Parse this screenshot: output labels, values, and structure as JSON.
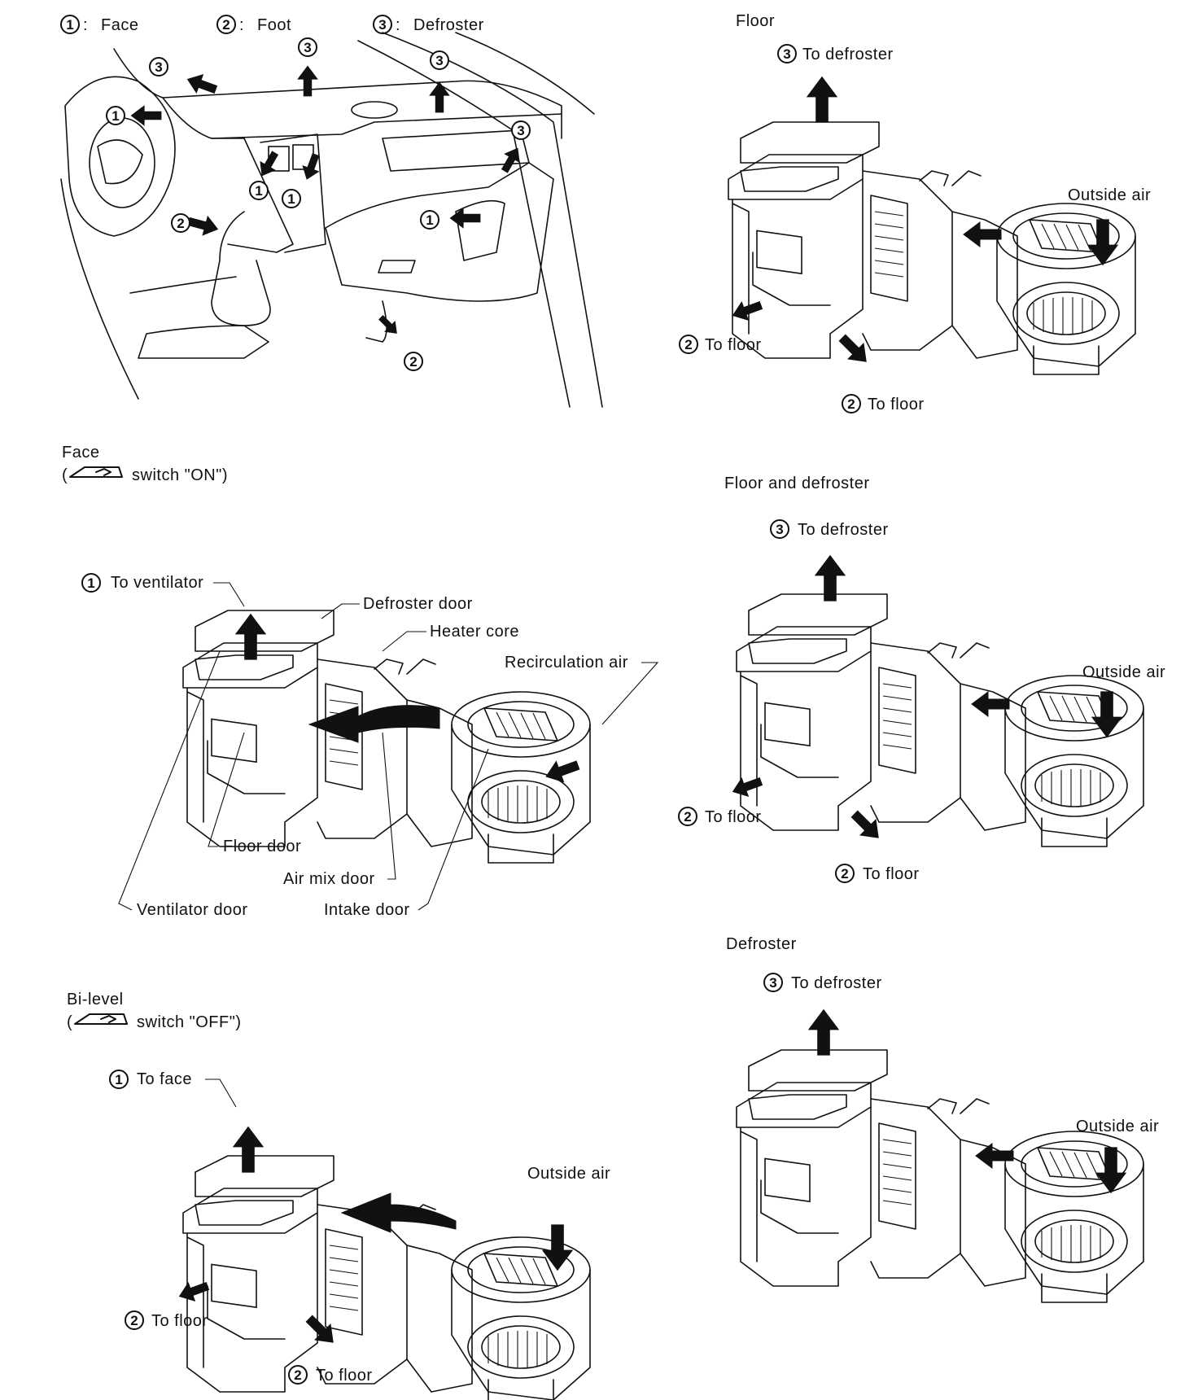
{
  "legend": {
    "face": "Face",
    "foot": "Foot",
    "defroster": "Defroster",
    "n1": "1",
    "n2": "2",
    "n3": "3"
  },
  "panels": {
    "floor": {
      "title": "Floor",
      "to_defroster": "To defroster",
      "outside_air": "Outside air",
      "to_floor_a": "To floor",
      "to_floor_b": "To floor"
    },
    "face": {
      "title": "Face",
      "switch": "switch \"ON\")",
      "to_ventilator": "To ventilator",
      "defroster_door": "Defroster door",
      "heater_core": "Heater core",
      "recirculation_air": "Recirculation air",
      "floor_door": "Floor door",
      "air_mix_door": "Air mix door",
      "ventilator_door": "Ventilator door",
      "intake_door": "Intake door"
    },
    "floor_defroster": {
      "title": "Floor and defroster",
      "to_defroster": "To defroster",
      "outside_air": "Outside air",
      "to_floor_a": "To floor",
      "to_floor_b": "To floor"
    },
    "bilevel": {
      "title": "Bi-level",
      "switch": "switch \"OFF\")",
      "to_face": "To face",
      "outside_air": "Outside air",
      "to_floor_a": "To floor",
      "to_floor_b": "To floor"
    },
    "defroster": {
      "title": "Defroster",
      "to_defroster": "To defroster",
      "outside_air": "Outside air"
    }
  }
}
